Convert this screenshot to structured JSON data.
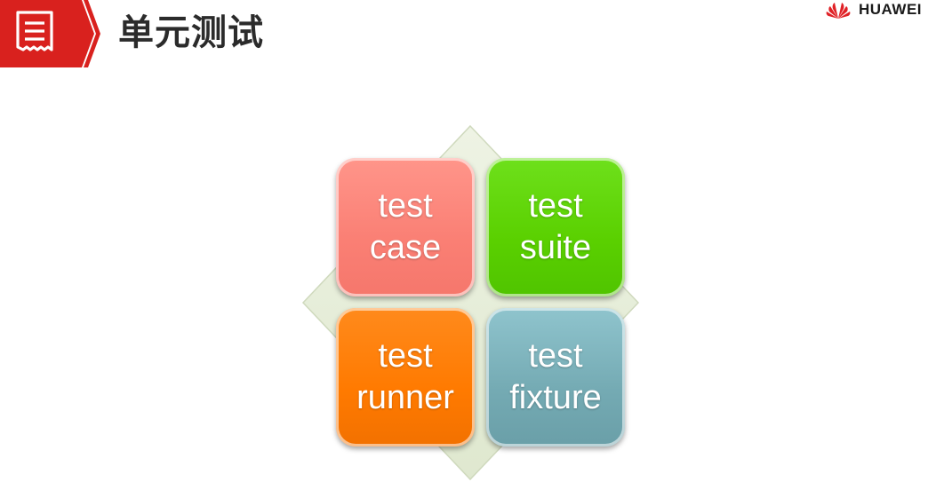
{
  "header": {
    "title": "单元测试",
    "logo_text": "HUAWEI",
    "banner_icon": "document-list-icon"
  },
  "colors": {
    "banner_red": "#d9211e",
    "title": "#2b2b2b",
    "diamond_bg": "#e4ecd6"
  },
  "diagram": {
    "tiles": [
      {
        "line1": "test",
        "line2": "case",
        "color": "#fa7f74"
      },
      {
        "line1": "test",
        "line2": "suite",
        "color": "#5ad000"
      },
      {
        "line1": "test",
        "line2": "runner",
        "color": "#ff7a00"
      },
      {
        "line1": "test",
        "line2": "fixture",
        "color": "#74aab3"
      }
    ]
  }
}
